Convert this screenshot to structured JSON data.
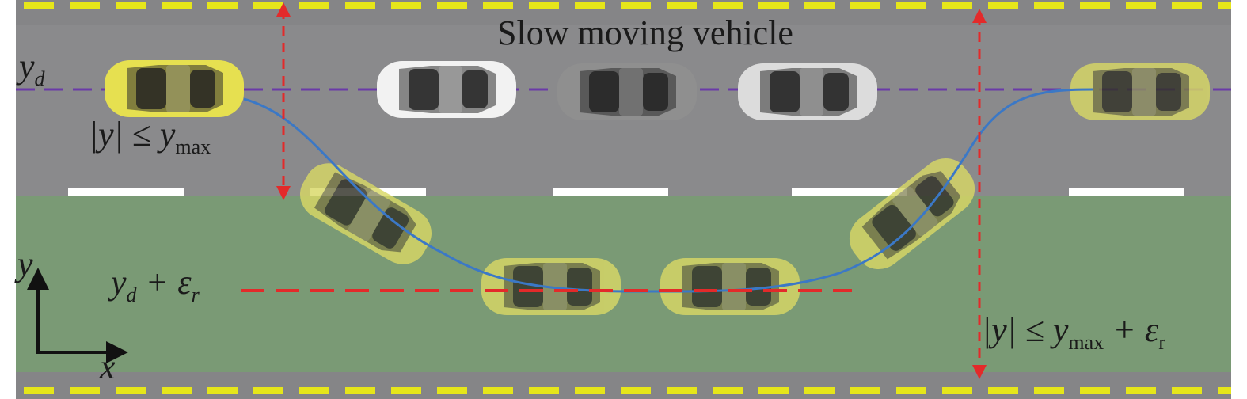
{
  "diagram": {
    "title": "Slow moving vehicle",
    "labels": {
      "desired_lane": "y",
      "desired_lane_sub": "d",
      "constraint_normal": "|y| ≤ y",
      "constraint_normal_sub": "max",
      "shifted_lane_prefix": "y",
      "shifted_lane_sub": "d",
      "shifted_lane_suffix": " + ε",
      "shifted_lane_suffix_sub": "r",
      "constraint_relaxed": "|y| ≤ y",
      "constraint_relaxed_sub": "max",
      "constraint_relaxed_suffix": " + ε",
      "constraint_relaxed_suffix_sub": "r",
      "axis_y": "y",
      "axis_x": "x"
    },
    "colors": {
      "road": "#8a8a8c",
      "lower_lane": "#7a9a75",
      "yellow_dashes": "#e6e61a",
      "lane_marks": "#ffffff",
      "desired_line": "#6a3aa8",
      "constraint_arrows": "#e32a2a",
      "trajectory": "#3b78c6",
      "ego_car": "#e6e050",
      "slow_car_white": "#f2f2f2",
      "slow_car_grey": "#8f8f8f"
    },
    "icons": [
      "car-icon",
      "arrow-icon"
    ]
  }
}
